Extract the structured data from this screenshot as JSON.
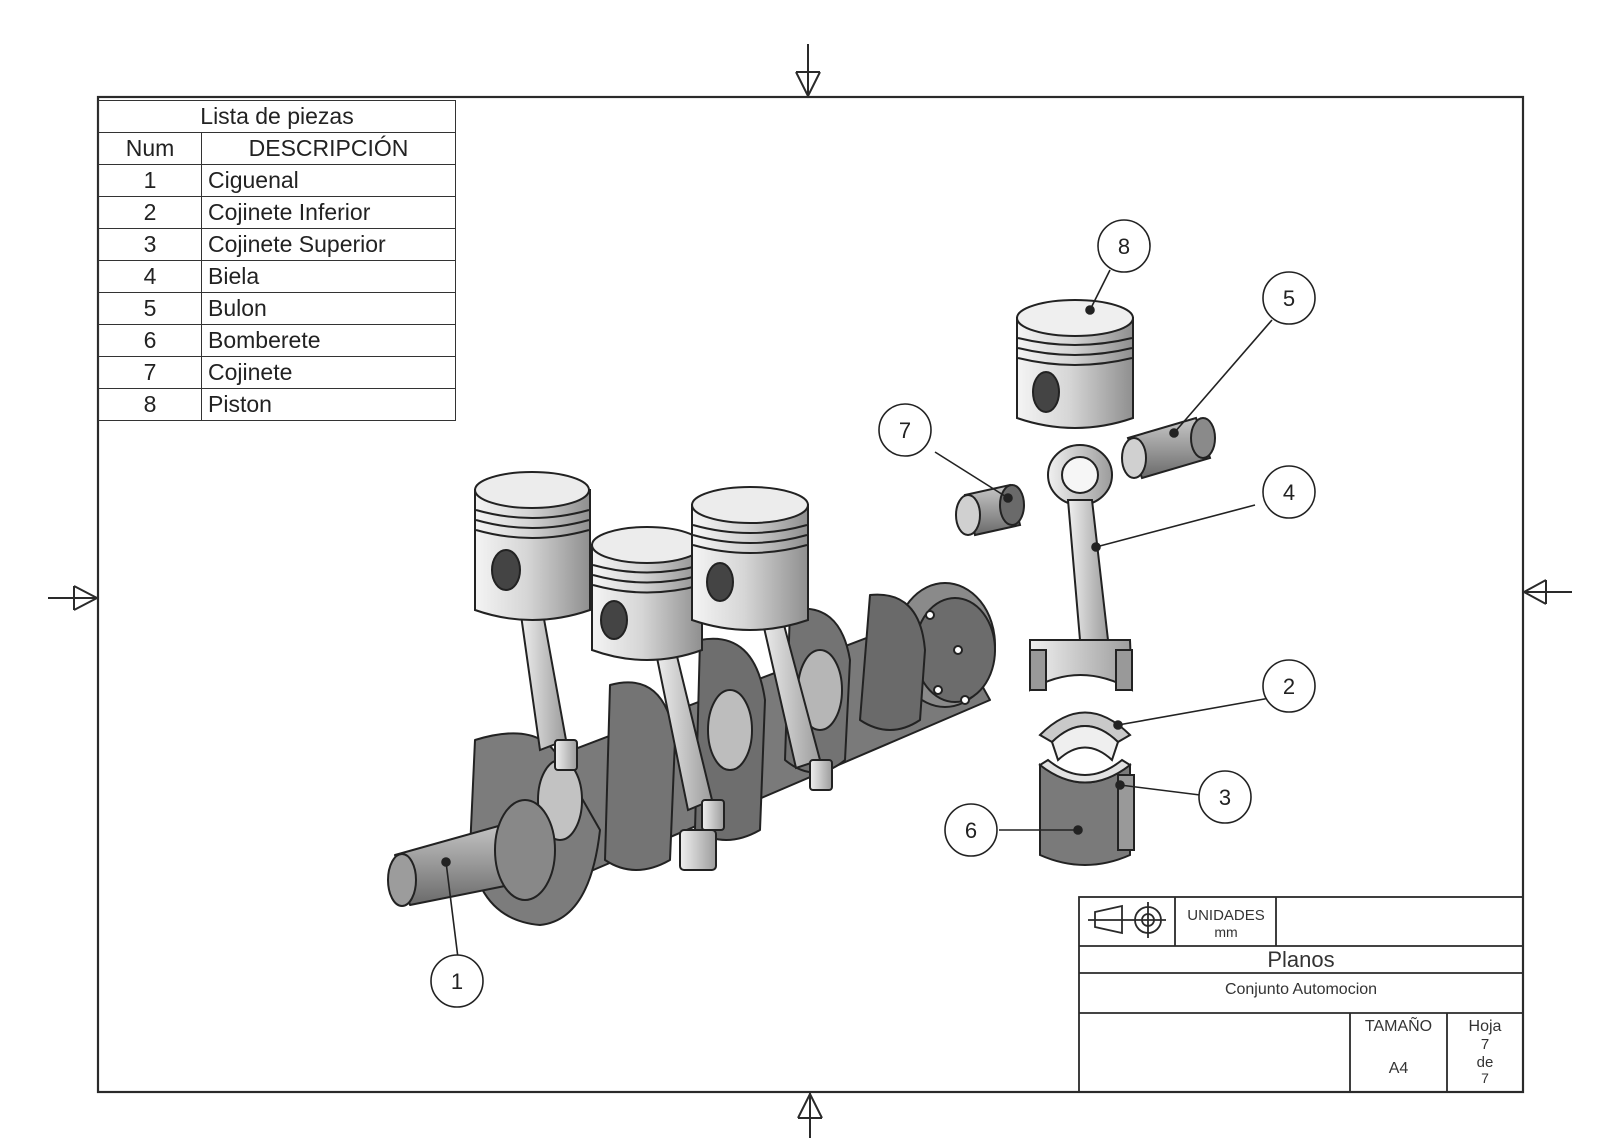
{
  "parts_list": {
    "title": "Lista de piezas",
    "headers": {
      "num": "Num",
      "description": "DESCRIPCIÓN"
    },
    "rows": [
      {
        "num": "1",
        "desc": "Ciguenal"
      },
      {
        "num": "2",
        "desc": "Cojinete Inferior"
      },
      {
        "num": "3",
        "desc": "Cojinete Superior"
      },
      {
        "num": "4",
        "desc": "Biela"
      },
      {
        "num": "5",
        "desc": "Bulon"
      },
      {
        "num": "6",
        "desc": "Bomberete"
      },
      {
        "num": "7",
        "desc": "Cojinete"
      },
      {
        "num": "8",
        "desc": "Piston"
      }
    ]
  },
  "balloons": [
    "1",
    "2",
    "3",
    "4",
    "5",
    "6",
    "7",
    "8"
  ],
  "title_block": {
    "units_label": "UNIDADES",
    "units_value": "mm",
    "title": "Planos",
    "subtitle": "Conjunto Automocion",
    "size_label": "TAMAÑO",
    "size_value": "A4",
    "sheet_label": "Hoja",
    "sheet_number": "7",
    "sheet_of": "de",
    "sheet_total": "7"
  },
  "colors": {
    "line": "#2a2a2a",
    "dark_metal": "#555555",
    "light_metal": "#d8d8d8"
  }
}
